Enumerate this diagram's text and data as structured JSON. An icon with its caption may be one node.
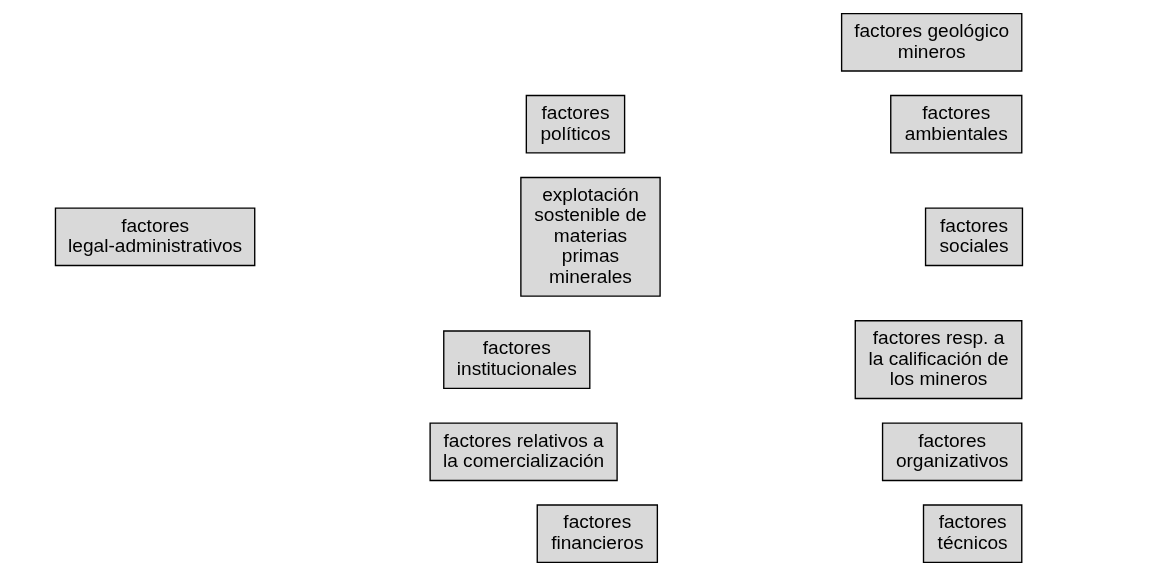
{
  "diagram": {
    "nodes": [
      {
        "text": [
          "factores geológico mineros"
        ]
      },
      {
        "text": [
          "factores políticos"
        ]
      },
      {
        "text": [
          "factores ambientales"
        ]
      },
      {
        "text": [
          "factores legal-administrativos"
        ]
      },
      {
        "text": [
          "explotación sostenible de materias primas minerales"
        ]
      },
      {
        "text": [
          "factores sociales"
        ]
      },
      {
        "text": [
          "factores institucionales"
        ]
      },
      {
        "text": [
          "factores resp. a la calificación de los mineros"
        ]
      },
      {
        "text": [
          "factores relativos a la comercialización"
        ]
      },
      {
        "text": [
          "factores organizativos"
        ]
      },
      {
        "text": [
          "factores financieros"
        ]
      },
      {
        "text": [
          "factores técnicos"
        ]
      }
    ],
    "edges": []
  }
}
